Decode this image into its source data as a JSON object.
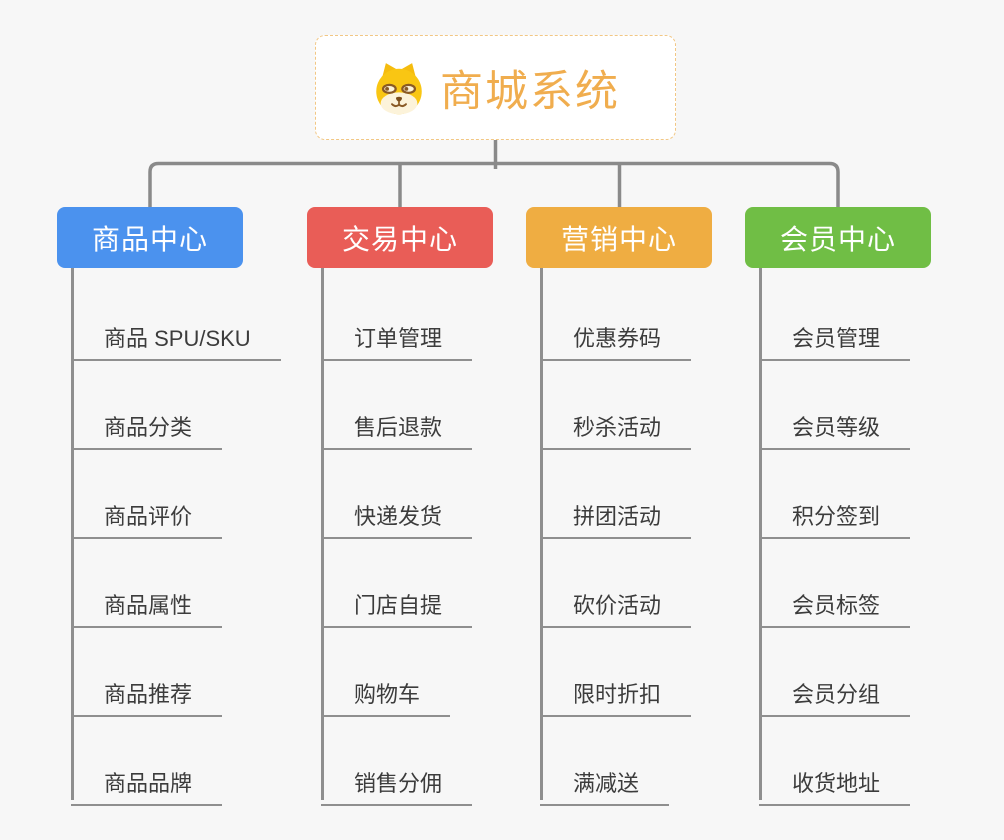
{
  "page": {
    "background_color": "#F7F7F7",
    "connector_color": "#8A8A8A",
    "underline_color": "#8F8F8F"
  },
  "root_node": {
    "title": "商城系统",
    "icon": "doge-face-icon",
    "title_color": "#F0AD4E",
    "border_color": "#F2C784",
    "background_color": "#FFFFFF"
  },
  "branches": [
    {
      "label": "商品中心",
      "color": "#4B92EE",
      "children": [
        "商品 SPU/SKU",
        "商品分类",
        "商品评价",
        "商品属性",
        "商品推荐",
        "商品品牌"
      ]
    },
    {
      "label": "交易中心",
      "color": "#E95D57",
      "children": [
        "订单管理",
        "售后退款",
        "快递发货",
        "门店自提",
        "购物车",
        "销售分佣"
      ]
    },
    {
      "label": "营销中心",
      "color": "#EFAD42",
      "children": [
        "优惠券码",
        "秒杀活动",
        "拼团活动",
        "砍价活动",
        "限时折扣",
        "满减送"
      ]
    },
    {
      "label": "会员中心",
      "color": "#70BE45",
      "children": [
        "会员管理",
        "会员等级",
        "积分签到",
        "会员标签",
        "会员分组",
        "收货地址"
      ]
    }
  ]
}
